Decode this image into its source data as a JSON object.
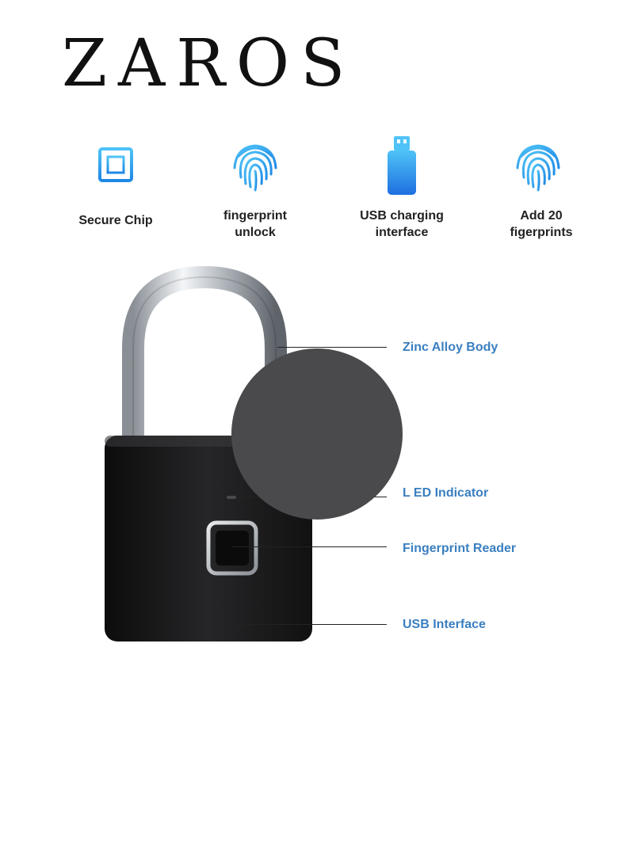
{
  "brand": {
    "name": "ZAROS"
  },
  "features": [
    {
      "icon": "chip-icon",
      "label_line1": "Secure Chip",
      "label_line2": ""
    },
    {
      "icon": "fingerprint-icon",
      "label_line1": "fingerprint",
      "label_line2": "unlock"
    },
    {
      "icon": "usb-icon",
      "label_line1": "USB charging",
      "label_line2": "interface"
    },
    {
      "icon": "fingerprint-add-icon",
      "label_line1": "Add 20",
      "label_line2": "figerprints"
    }
  ],
  "callouts": [
    {
      "label": "Zinc Alloy Body"
    },
    {
      "label": "L ED Indicator"
    },
    {
      "label": "Fingerprint Reader"
    },
    {
      "label": "USB Interface"
    }
  ],
  "colors": {
    "accent_blue": "#3a7fc0",
    "icon_blue": "#1e88e5",
    "icon_cyan": "#4fc3f7",
    "lock_body": "#1a1a1a",
    "overlay": "#4a4a4d"
  }
}
